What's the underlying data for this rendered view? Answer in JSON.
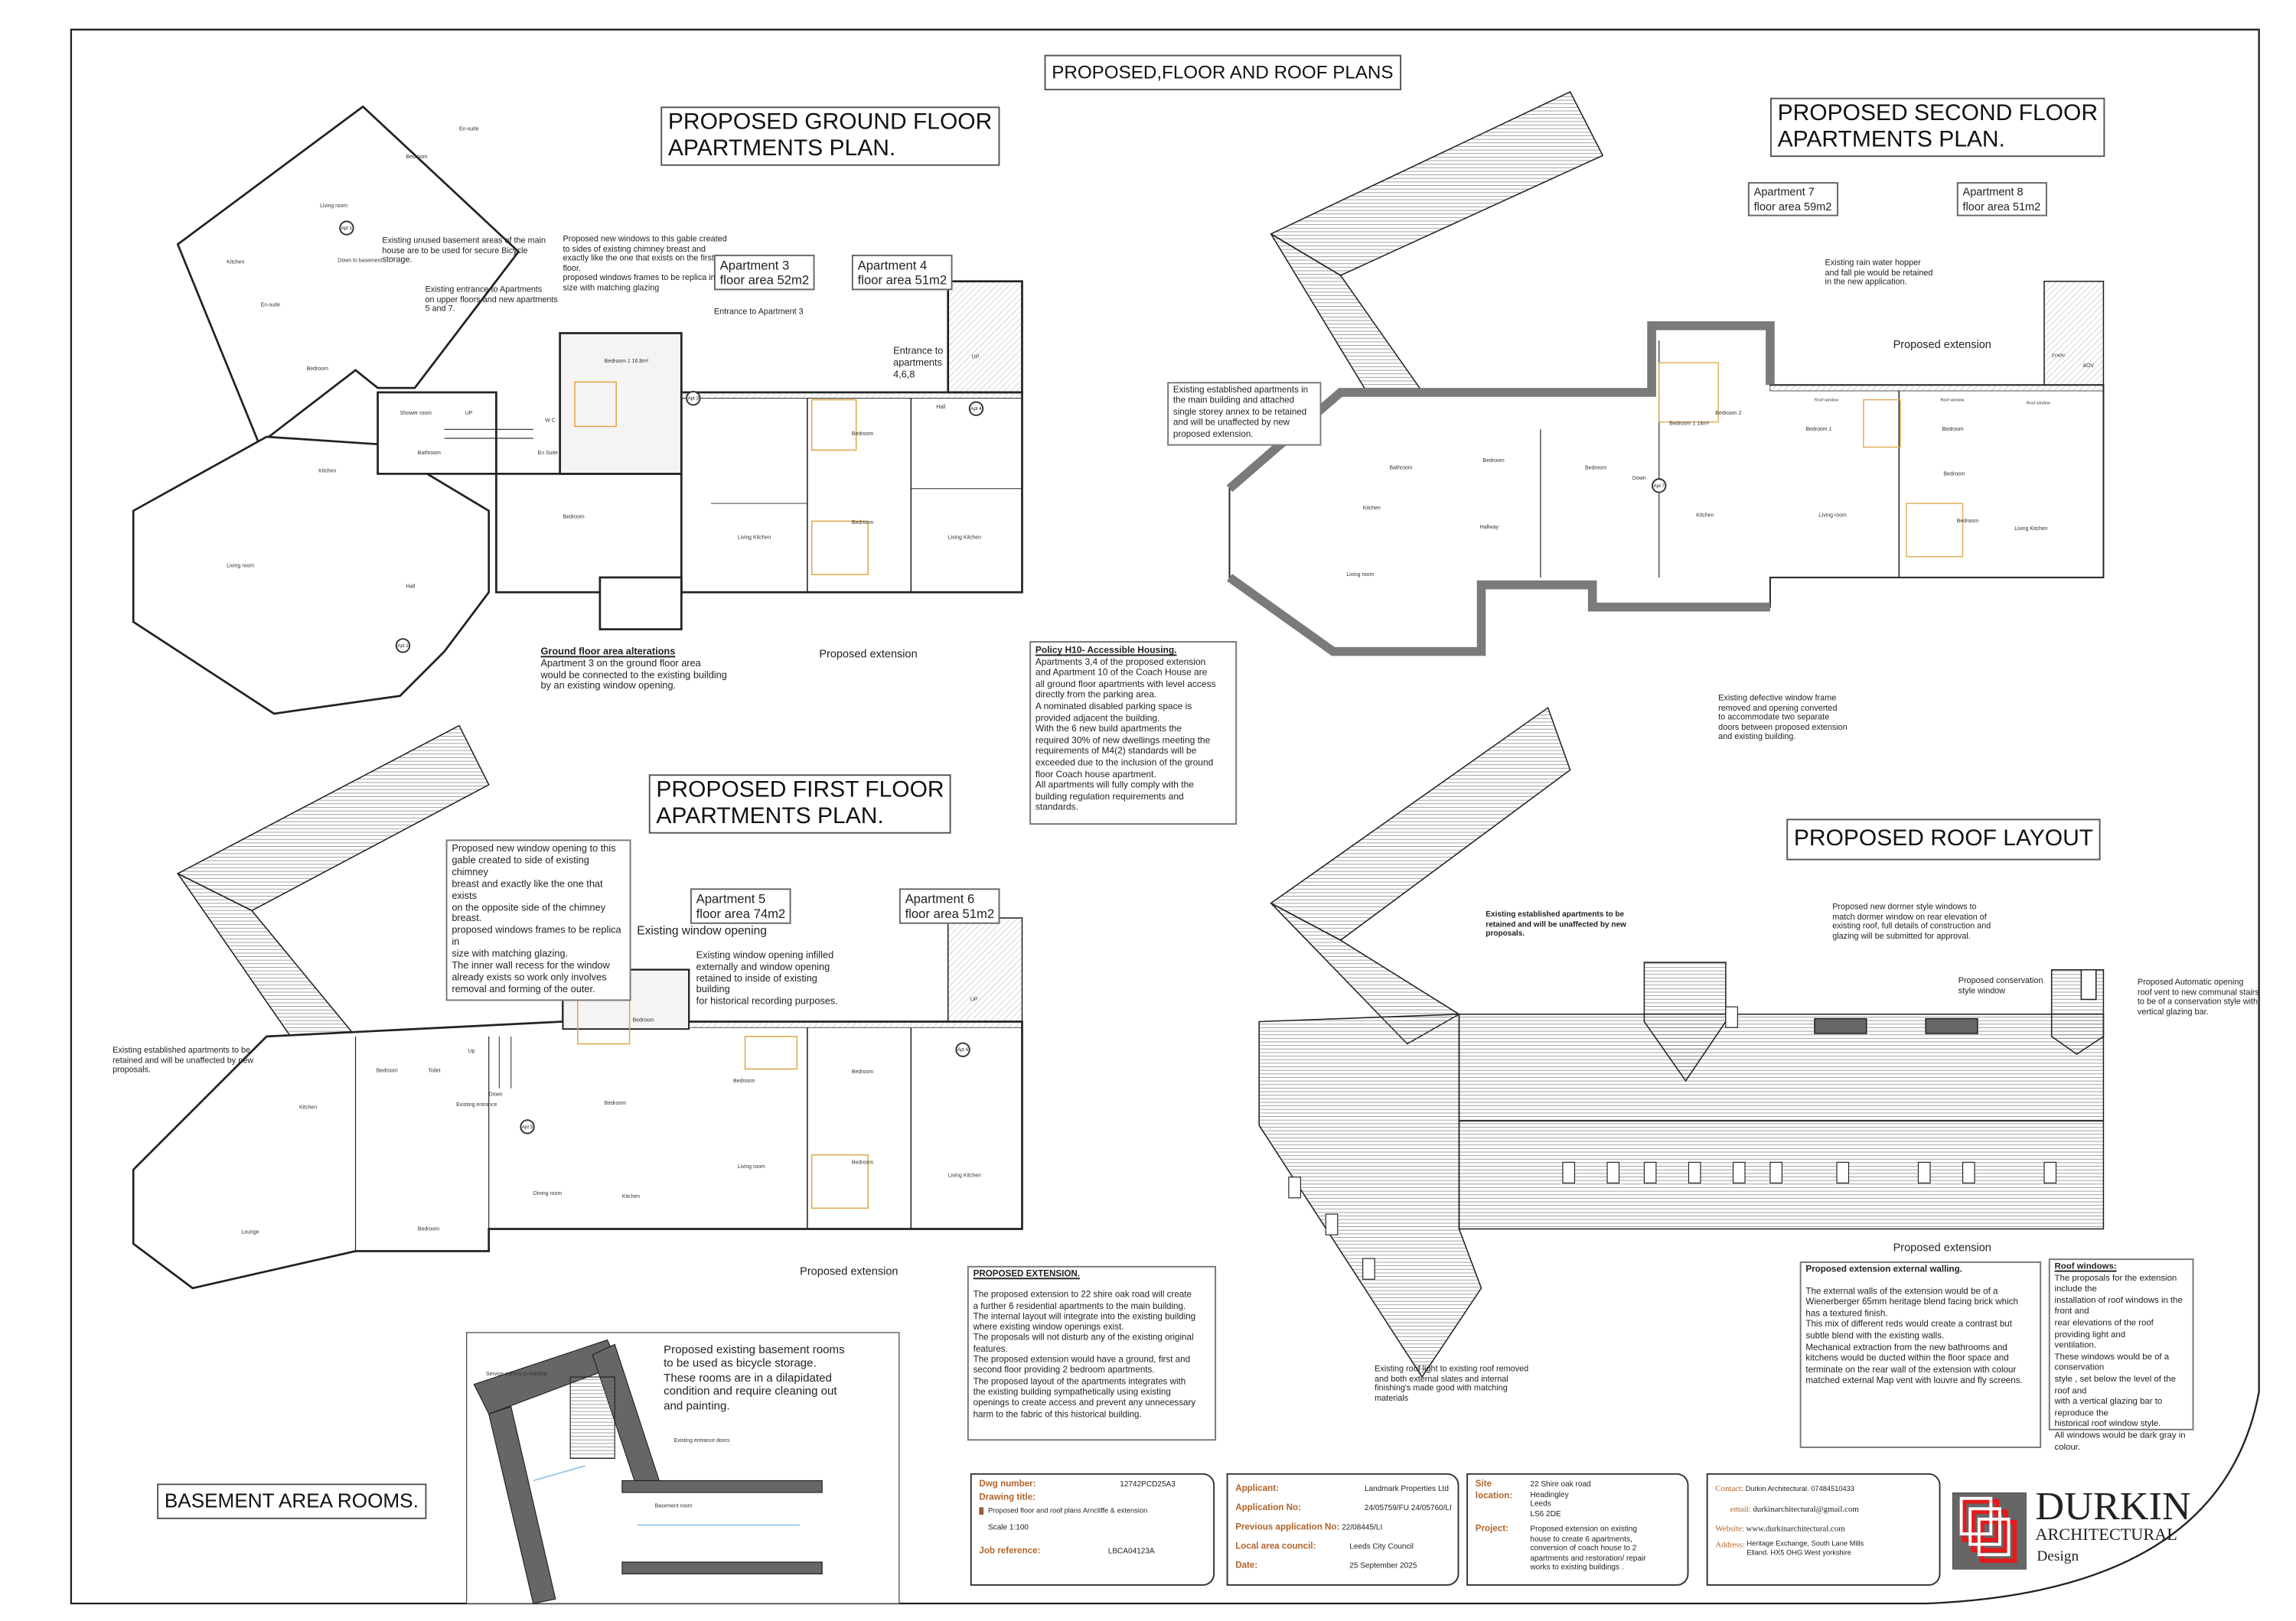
{
  "sheet": {
    "title": "PROPOSED,FLOOR AND ROOF PLANS"
  },
  "colors": {
    "wall_existing": "#7a7a7a",
    "fixtures": "#e0a84a",
    "brand_red": "#e21b1b",
    "label_brown": "#b0642a"
  },
  "ground_floor": {
    "title": [
      "PROPOSED GROUND FLOOR",
      "APARTMENTS PLAN."
    ],
    "apartment_3": [
      "Apartment 3",
      "floor area 52m2"
    ],
    "apartment_4": [
      "Apartment 4",
      "floor area 51m2"
    ],
    "note_basement": [
      "Existing unused basement areas of the main",
      "house are to be used for secure Bicycle",
      "storage."
    ],
    "note_entrance": [
      "Existing entrance to Apartments",
      "on upper floors and new apartments",
      "5 and  7."
    ],
    "note_windows": [
      "Proposed new windows to this gable created",
      "to sides of existing chimney breast and",
      "exactly like the one that exists on the first",
      "floor.",
      "proposed windows frames to be replica in",
      "size with matching glazing"
    ],
    "entrance_apt3": "Entrance to Apartment 3",
    "entrance_apts": [
      "Entrance to",
      "apartments",
      "4,6,8"
    ],
    "alterations_heading": "Ground floor area alterations",
    "alterations_text": [
      "Apartment 3 on the ground floor area",
      "would be connected to the existing building",
      "by an existing window opening."
    ],
    "proposed_extension": "Proposed extension",
    "rooms": [
      "En-suite",
      "Bedroom",
      "Living room",
      "Kitchen",
      "Down to basement",
      "En-suite",
      "Bedroom",
      "Shower room",
      "UP",
      "Bathroom",
      "W C",
      "En Suite",
      "Kitchen",
      "Living room",
      "Hall",
      "Bedroom",
      "Bedroom 1 16.8m²",
      "Bedroom",
      "Living Kitchen",
      "Bedroom",
      "Living Kitchen",
      "Hall",
      "UP"
    ],
    "apt_markers": [
      "Apt 1",
      "Apt 2",
      "Apt 3",
      "Apt 4"
    ]
  },
  "second_floor": {
    "title": [
      "PROPOSED SECOND FLOOR",
      "APARTMENTS PLAN."
    ],
    "apartment_7": [
      "Apartment 7",
      "floor area 59m2"
    ],
    "apartment_8": [
      "Apartment 8",
      "floor area 51m2"
    ],
    "note_rainwater": [
      "Existing rain water hopper",
      "and fall pie would be retained",
      "in the new application."
    ],
    "note_existing": [
      "Existing established apartments in",
      "the main building and attached",
      "single storey annex to be retained",
      "and will be unaffected by new",
      "proposed extension."
    ],
    "note_defective": [
      "Existing defective window frame",
      "removed and opening converted",
      "to accommodate two separate",
      "doors between proposed extension",
      "and existing building."
    ],
    "proposed_extension": "Proposed extension",
    "rooms": [
      "Bedroom 2",
      "Bedroom 1 14m²",
      "Bedroom",
      "Bedroom",
      "Bathroom",
      "Kitchen",
      "Hallway",
      "Living room",
      "Down",
      "Kitchen",
      "Bedroom 1",
      "Bedroom",
      "Bedroom",
      "Living room",
      "Bedroom",
      "Living Kitchen",
      "Roof window",
      "Roof window",
      "Roof window",
      "AOV",
      "DOWN"
    ],
    "apt_markers": [
      "Apt 7"
    ]
  },
  "first_floor": {
    "title": [
      "PROPOSED FIRST FLOOR",
      "APARTMENTS PLAN."
    ],
    "apartment_5": [
      "Apartment 5",
      "floor area 74m2"
    ],
    "apartment_6": [
      "Apartment 6",
      "floor area 51m2"
    ],
    "note_window": [
      "Proposed new window opening to this",
      "gable created to side of existing chimney",
      "breast and exactly like the one that exists",
      "on the opposite side of the chimney breast.",
      "proposed windows frames to be replica in",
      "size with matching glazing.",
      "The inner wall recess for the window",
      "already exists so work only involves",
      "removal and forming of the outer."
    ],
    "existing_window_opening": "Existing window opening",
    "note_infilled": [
      "Existing window opening infilled",
      "externally and window opening",
      "retained to inside of existing",
      "building",
      "for historical recording purposes."
    ],
    "note_existing": [
      "Existing established apartments to be",
      "retained and will be unaffected by new",
      "proposals."
    ],
    "proposed_extension": "Proposed extension",
    "rooms": [
      "Bedroom",
      "Bedroom",
      "Toilet",
      "Bedroom",
      "Existing entrance",
      "Kitchen",
      "Bedroom",
      "Bedroom",
      "Living room",
      "Bedroom",
      "Living Kitchen",
      "Dining room",
      "Kitchen",
      "Lounge",
      "Bedroom",
      "UP",
      "Up",
      "Down"
    ],
    "apt_markers": [
      "Apt 5",
      "Apt 6"
    ]
  },
  "roof": {
    "title": "PROPOSED ROOF LAYOUT",
    "note_existing": [
      "Existing established apartments to be",
      "retained and will be unaffected by new",
      "proposals."
    ],
    "note_dormer": [
      "Proposed new dormer style windows to",
      "match dormer window on rear elevation of",
      "existing roof, full details of construction and",
      "glazing will be submitted for approval."
    ],
    "note_conservation": [
      "Proposed conservation",
      "style window"
    ],
    "note_aov": [
      "Proposed Automatic opening",
      "roof vent to new communal stairs",
      "to be of a conservation style with",
      "vertical glazing bar."
    ],
    "note_rooflight": [
      "Existing roof light to existing roof removed",
      "and both external slates and internal",
      "finishing's made good with matching",
      "materials"
    ],
    "proposed_extension": "Proposed extension"
  },
  "basement": {
    "title": "BASEMENT AREA ROOMS.",
    "note": [
      "Proposed existing basement rooms",
      "to be used as bicycle storage.",
      "These rooms are in a dilapidated",
      "condition and require cleaning out",
      "and painting."
    ],
    "service_meters": "Service meters to building",
    "entrance_doors": "Existing entrance doors",
    "basement_room": "Basement room"
  },
  "policy": {
    "heading": "Policy H10- Accessible Housing.",
    "text": [
      "Apartments 3,4 of the proposed extension",
      "and Apartment 10 of the Coach House are",
      "all ground floor apartments with level access",
      "directly from the parking area.",
      "A nominated disabled parking space is",
      "provided adjacent the building.",
      "With the 6 new build apartments the",
      "required 30%  of new dwellings meeting the",
      "requirements of M4(2) standards will be",
      "exceeded due to the inclusion of the ground",
      "floor Coach house apartment.",
      "All apartments will fully comply with the",
      "building regulation requirements  and",
      "standards."
    ]
  },
  "extension_note": {
    "heading": "PROPOSED EXTENSION.",
    "text": [
      "The proposed extension to 22 shire oak road will create",
      "a further 6 residential apartments to the main building.",
      "The internal layout will integrate into the existing building",
      "where existing window openings exist.",
      "The proposals will not disturb any of the existing original",
      "features.",
      "The proposed extension would have a ground, first and",
      "second floor providing 2 bedroom apartments.",
      "The proposed layout of the apartments integrates with",
      "the existing building sympathetically using existing",
      "openings to create access and prevent any unnecessary",
      "harm to the fabric of this historical building."
    ]
  },
  "walling_note": {
    "heading": "Proposed extension external walling.",
    "text": [
      "The external walls of the extension would be of a",
      "Wienerberger 65mm heritage blend facing brick which",
      "has a textured finish.",
      "This mix of different reds would create a contrast but",
      "subtle blend with the existing walls.",
      "Mechanical extraction from the new bathrooms and",
      "kitchens would be ducted within the floor space and",
      "terminate on the rear wall of the extension with colour",
      "matched external Map vent with louvre and fly screens."
    ]
  },
  "roof_windows_note": {
    "heading": "Roof windows:",
    "text": [
      "The proposals for the extension include the",
      "installation of roof windows in the front and",
      "rear elevations of the roof providing light and",
      "ventilation.",
      "These windows would be of a conservation",
      "style , set below the level of the roof and",
      "with a vertical glazing bar to reproduce the",
      "historical roof window style.",
      "All windows would be dark gray in colour."
    ]
  },
  "title_block": {
    "dwg_number_label": "Dwg number:",
    "dwg_number": "12742PCD25A3",
    "drawing_title_label": "Drawing title:",
    "drawing_title": "Proposed floor and roof plans Arncliffe & extension",
    "scale": "Scale  1:100",
    "job_reference_label": "Job reference:",
    "job_reference": "LBCA04123A",
    "applicant_label": "Applicant:",
    "applicant": "Landmark Properties Ltd",
    "application_no_label": "Application No:",
    "application_no": "24/05759/FU   24/05760/LI",
    "previous_application_label": "Previous application No:",
    "previous_application": "22/08445/LI",
    "council_label": "Local area council:",
    "council": "Leeds City Council",
    "date_label": "Date:",
    "date": "25 September 2025",
    "site_label": [
      "Site",
      "location:"
    ],
    "site": [
      "22 Shire oak road",
      "Headingley",
      "Leeds",
      "LS6 2DE"
    ],
    "project_label": "Project:",
    "project": [
      "Proposed extension on existing",
      "house to create 6 apartments,",
      "conversion of coach house to 2",
      "apartments and restoration/ repair",
      "works to existing buildings ."
    ],
    "contact_label": "Contact:",
    "contact": "Durkin Architectural.   07484510433",
    "email_label": "email:",
    "email": "durkinarchitectural@gmail.com",
    "website_label": "Website:",
    "website": "www.durkinarchitectural.com",
    "address_label": "Address:",
    "address": [
      "Heritage Exchange, South Lane Mills",
      "Elland.   HX5 OHG    West yorkshire"
    ]
  },
  "logo": {
    "name": "DURKIN",
    "line2": "ARCHITECTURAL",
    "line3": "Design"
  }
}
